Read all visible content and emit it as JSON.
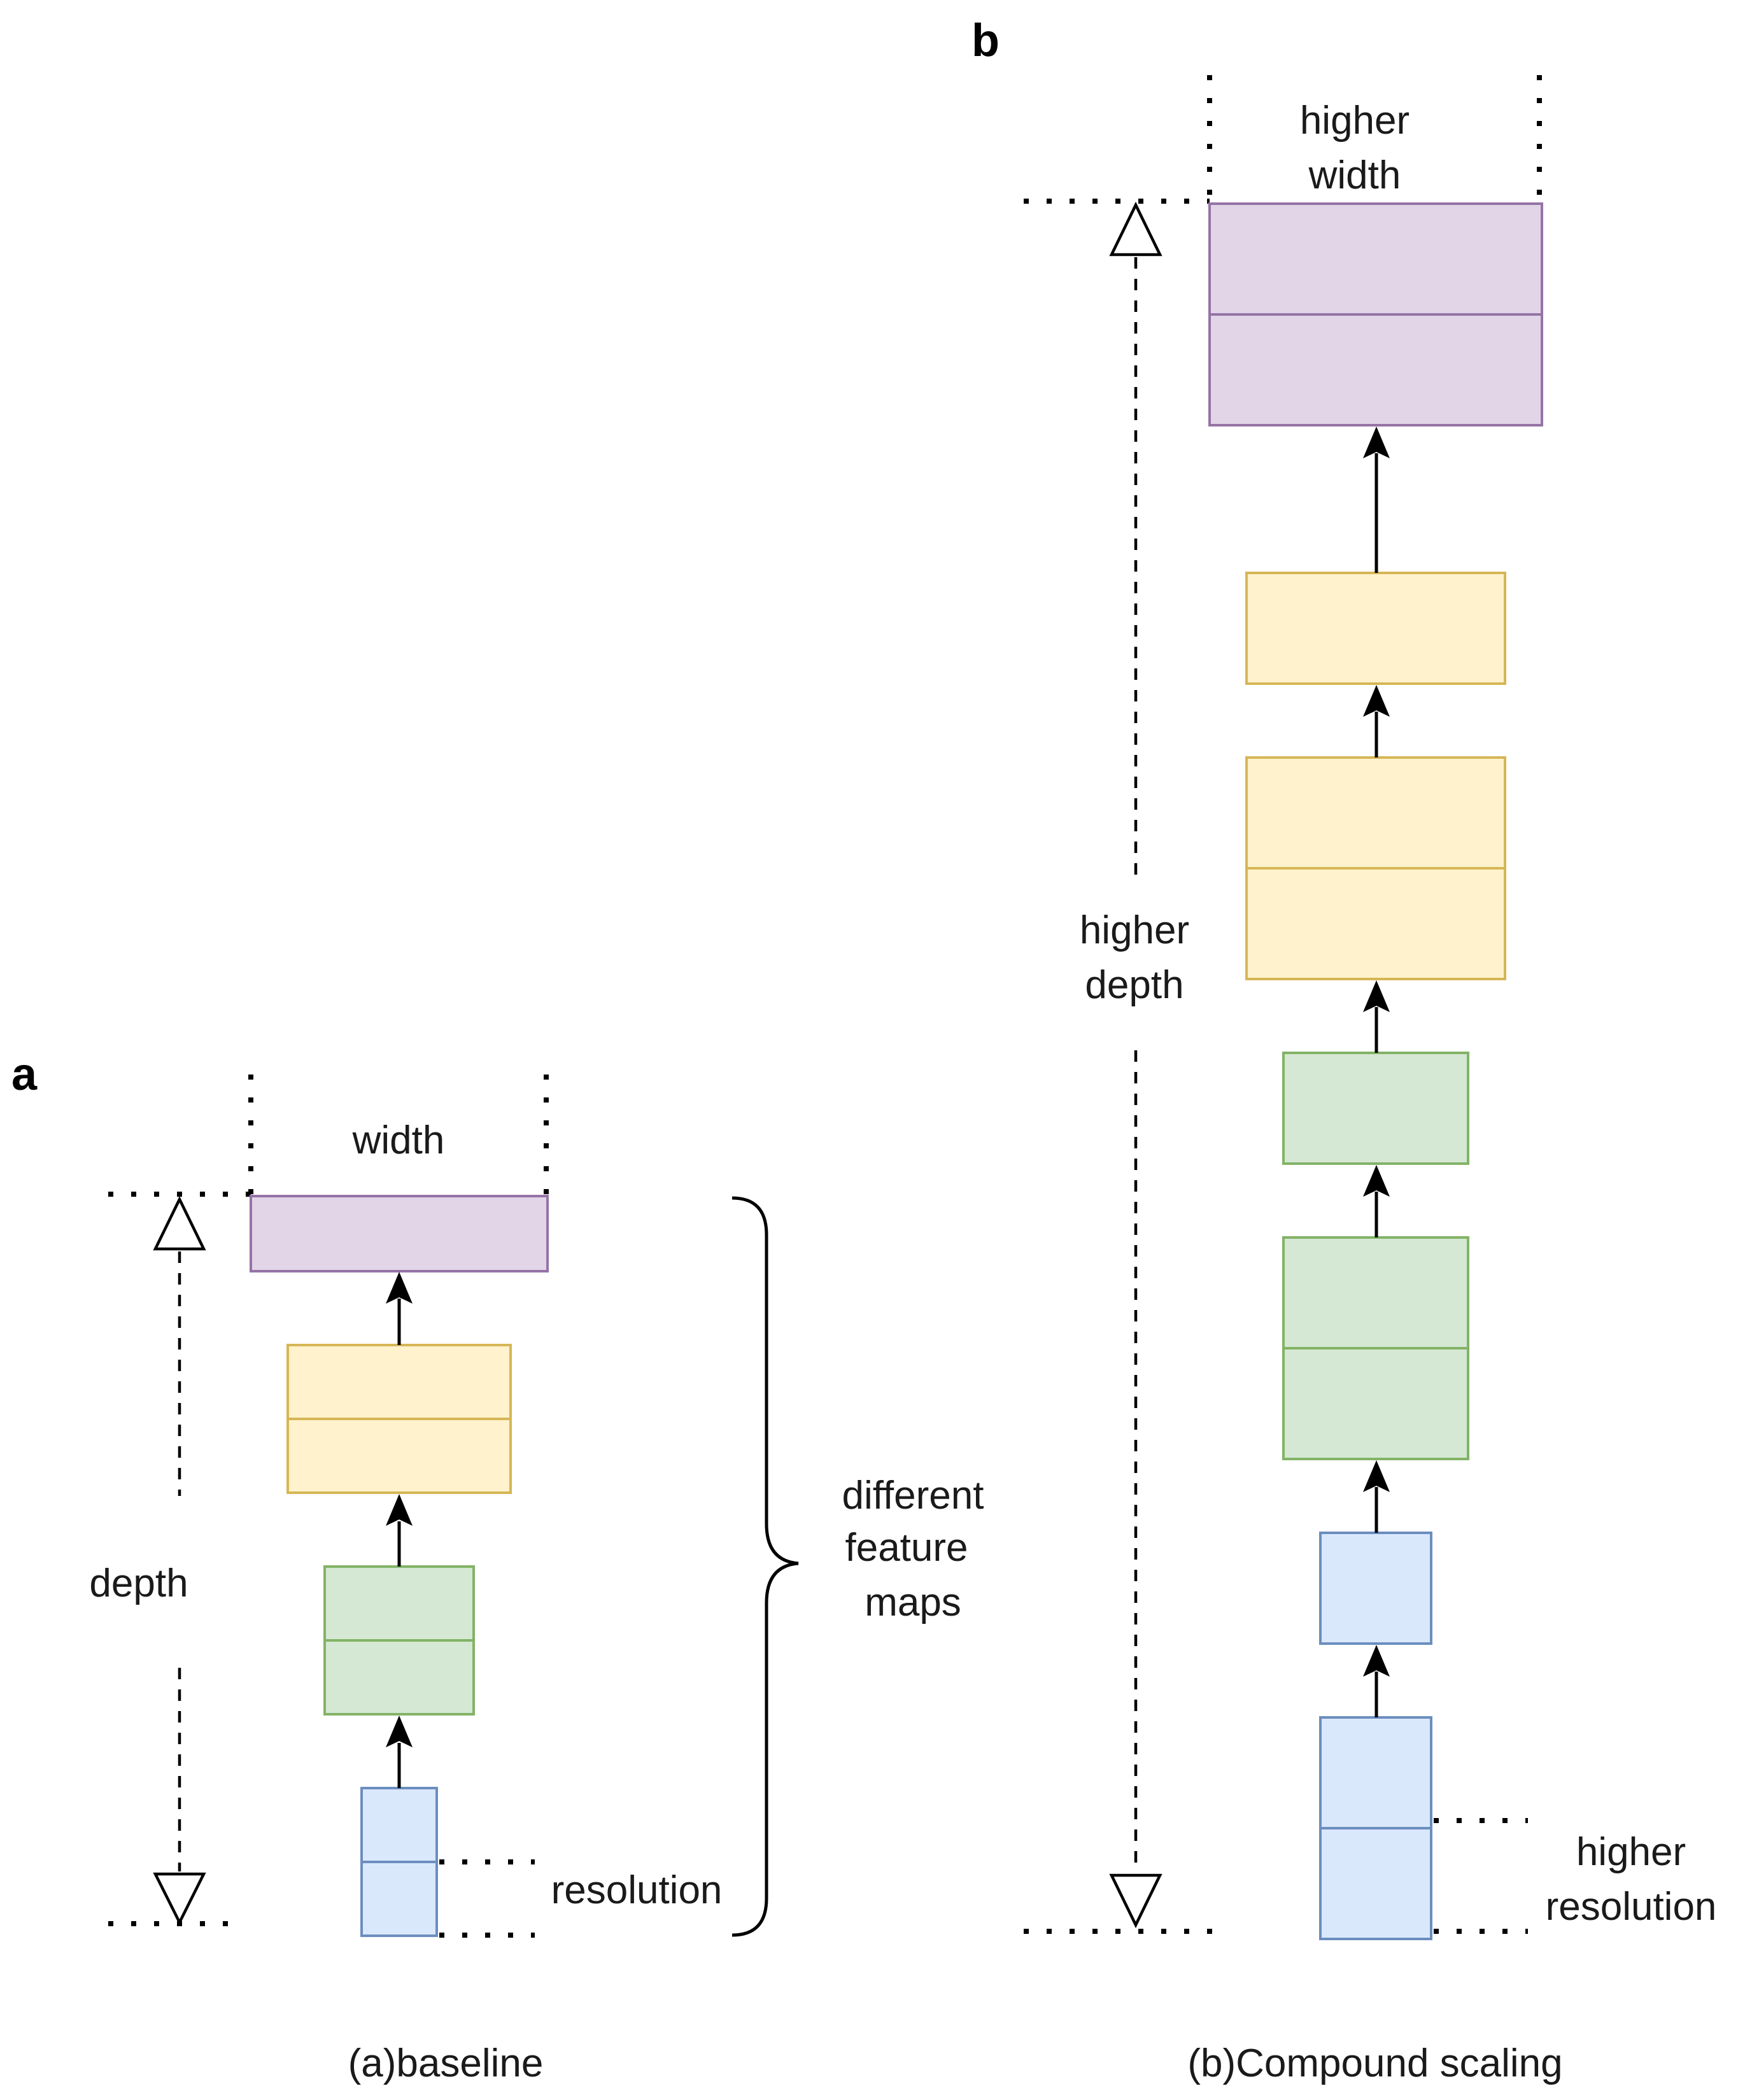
{
  "colors": {
    "purple_fill": "#e1d5e7",
    "purple_stroke": "#9673a6",
    "yellow_fill": "#fff2cc",
    "yellow_stroke": "#d6b656",
    "green_fill": "#d5e8d4",
    "green_stroke": "#82b366",
    "blue_fill": "#dae8fc",
    "blue_stroke": "#6c8ebf"
  },
  "panel_a": {
    "label": "a",
    "width_label": "width",
    "depth_label": "depth",
    "resolution_label": "resolution",
    "brace_label": [
      "different",
      "feature",
      "maps"
    ],
    "caption": "(a)baseline"
  },
  "panel_b": {
    "label": "b",
    "width_label": [
      "higher",
      "width"
    ],
    "depth_label": [
      "higher",
      "depth"
    ],
    "resolution_label": [
      "higher",
      "resolution"
    ],
    "caption": "(b)Compound scaling"
  }
}
